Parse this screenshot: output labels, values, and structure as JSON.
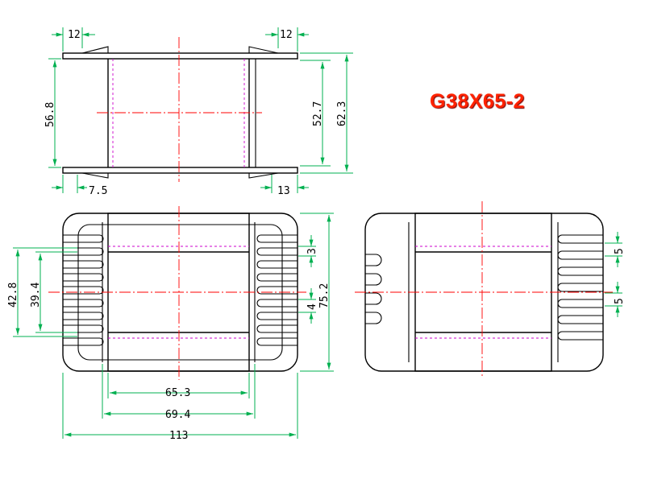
{
  "title": "G38X65-2",
  "colors": {
    "outline": "#000000",
    "center_line": "#ff0000",
    "hidden_line": "#cc00cc",
    "dimension": "#00b050",
    "title": "#ff2200"
  },
  "dimensions": {
    "top_left_flange": "12",
    "top_right_flange": "12",
    "height_left": "56.8",
    "height_inner": "52.7",
    "height_outer": "62.3",
    "bottom_left": "7.5",
    "bottom_right": "13",
    "pin_span_outer": "42.8",
    "pin_span_inner": "39.4",
    "pin_gap": "3",
    "pin_pitch": "4",
    "overall_height": "75.2",
    "winding_width_inner": "65.3",
    "winding_width_outer": "69.4",
    "overall_width": "113",
    "right_pin_pitch_a": "5",
    "right_pin_pitch_b": "5"
  }
}
